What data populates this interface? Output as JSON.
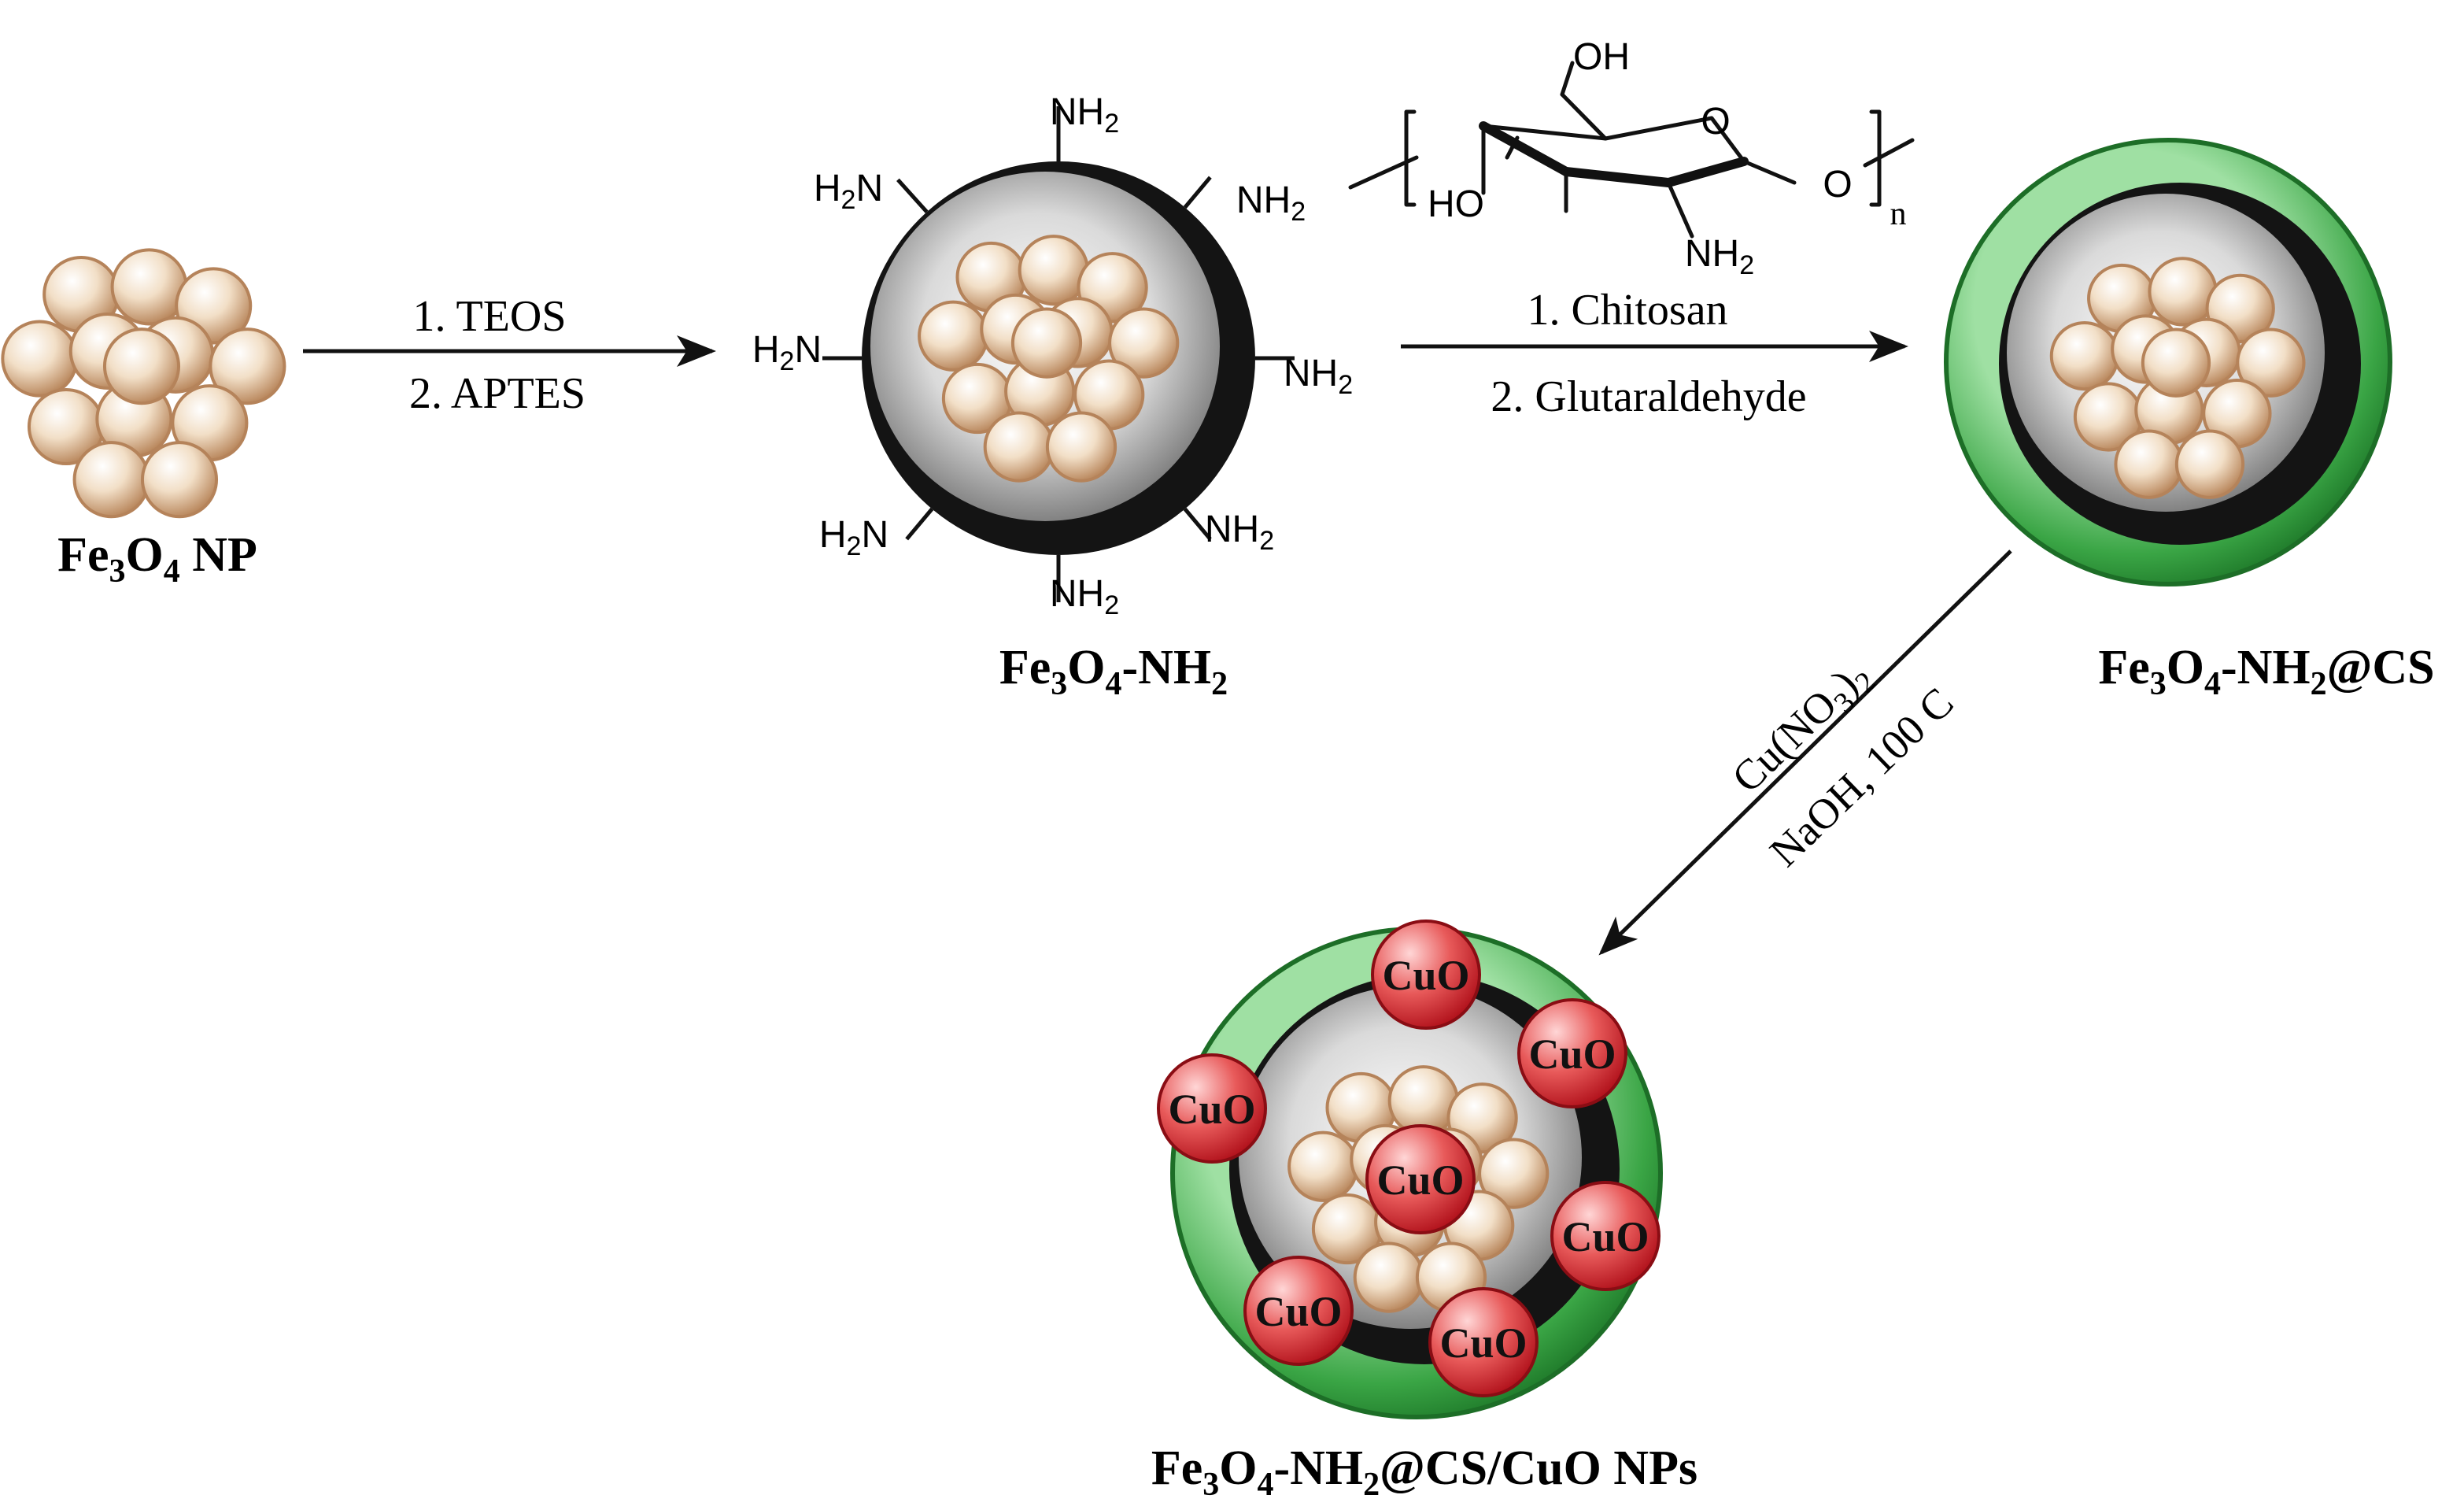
{
  "labels": {
    "np": {
      "base": "Fe",
      "s1": "3",
      "mid": "O",
      "s2": "4",
      "tail": " NP"
    },
    "amine": {
      "base": "Fe",
      "s1": "3",
      "mid": "O",
      "s2": "4",
      "tail": "-NH",
      "s3": "2"
    },
    "cs": {
      "base": "Fe",
      "s1": "3",
      "mid": "O",
      "s2": "4",
      "tail": "-NH",
      "s3": "2",
      "tail2": "@CS"
    },
    "final": {
      "base": "Fe",
      "s1": "3",
      "mid": "O",
      "s2": "4",
      "tail": "-NH",
      "s3": "2",
      "tail2": "@CS/CuO NPs"
    }
  },
  "steps": {
    "step1_line1": "1. TEOS",
    "step1_line2": "2. APTES",
    "step2_line1": "1. Chitosan",
    "step2_line2": "2. Glutaraldehyde",
    "step3_line1_a": "Cu(NO",
    "step3_line1_s1": "3",
    "step3_line1_b": ")",
    "step3_line1_s2": "2",
    "step3_line2": "NaOH, 100 C"
  },
  "amine_group": {
    "main": "NH",
    "sub": "2",
    "h": "H",
    "n": "N"
  },
  "chitosan": {
    "oh_top": "OH",
    "ring_o": "O",
    "ho_left": "HO",
    "link_o": "O",
    "repeat": "n",
    "nh": "NH",
    "nh_sub": "2"
  },
  "cuo_label": "CuO",
  "colors": {
    "fe3o4": "#b5835a",
    "silica": "#141414",
    "chitosan": "#2f9a3a",
    "cuo": "#d62430"
  }
}
